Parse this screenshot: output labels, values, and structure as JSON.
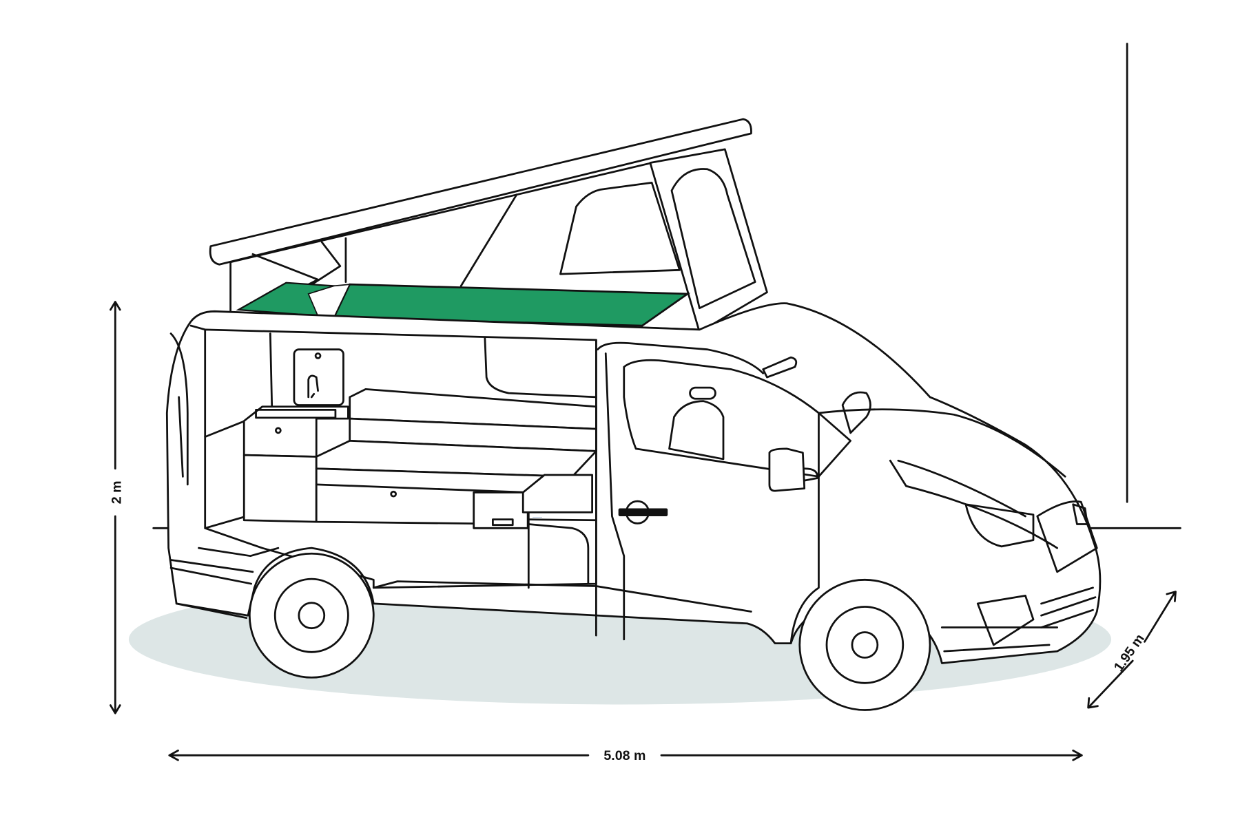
{
  "diagram": {
    "subject": "campervan-side-view",
    "dimensions": {
      "height": "2 m",
      "length": "5.08 m",
      "width": "1.95 m"
    },
    "colors": {
      "mattress": "#1f9a62",
      "ground_shadow": "#dde6e6",
      "line": "#111111"
    }
  }
}
